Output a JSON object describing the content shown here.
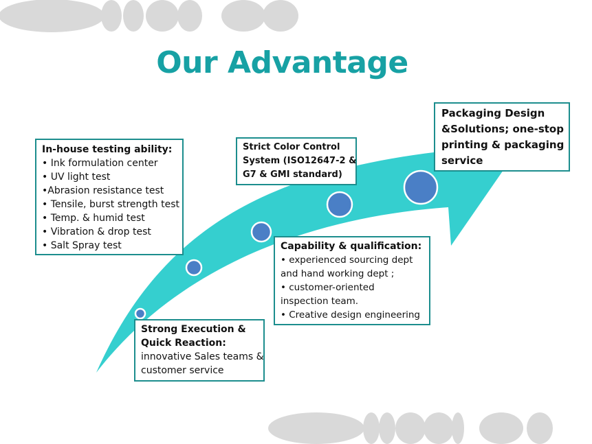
{
  "title": "Our Advantage",
  "colors": {
    "title": "#17a1a4",
    "arrow": "#35cfcf",
    "circle_fill": "#4a7fc6",
    "box_border": "#1b8d8d",
    "decor": "#d9d9d9"
  },
  "boxes": {
    "testing": {
      "heading": "In-house testing ability:",
      "items": [
        "• Ink formulation center",
        "• UV light test",
        "•Abrasion resistance test",
        "• Tensile, burst strength test",
        "• Temp. &  humid test",
        "• Vibration & drop test",
        "• Salt Spray test"
      ]
    },
    "color_control": {
      "lines": [
        "Strict Color Control",
        "System (ISO12647-2 &",
        "G7 & GMI standard)"
      ]
    },
    "capability": {
      "heading": "Capability & qualification:",
      "lines": [
        "•  experienced sourcing dept",
        "and hand working dept ;",
        "•  customer-oriented",
        "inspection team.",
        "• Creative design engineering"
      ]
    },
    "execution": {
      "heading_lines": [
        "Strong Execution &",
        "Quick Reaction:"
      ],
      "lines": [
        "innovative Sales teams &",
        "customer service"
      ]
    },
    "packaging": {
      "lines": [
        "Packaging Design",
        "&Solutions;  one-stop",
        "printing & packaging",
        "service"
      ]
    }
  }
}
